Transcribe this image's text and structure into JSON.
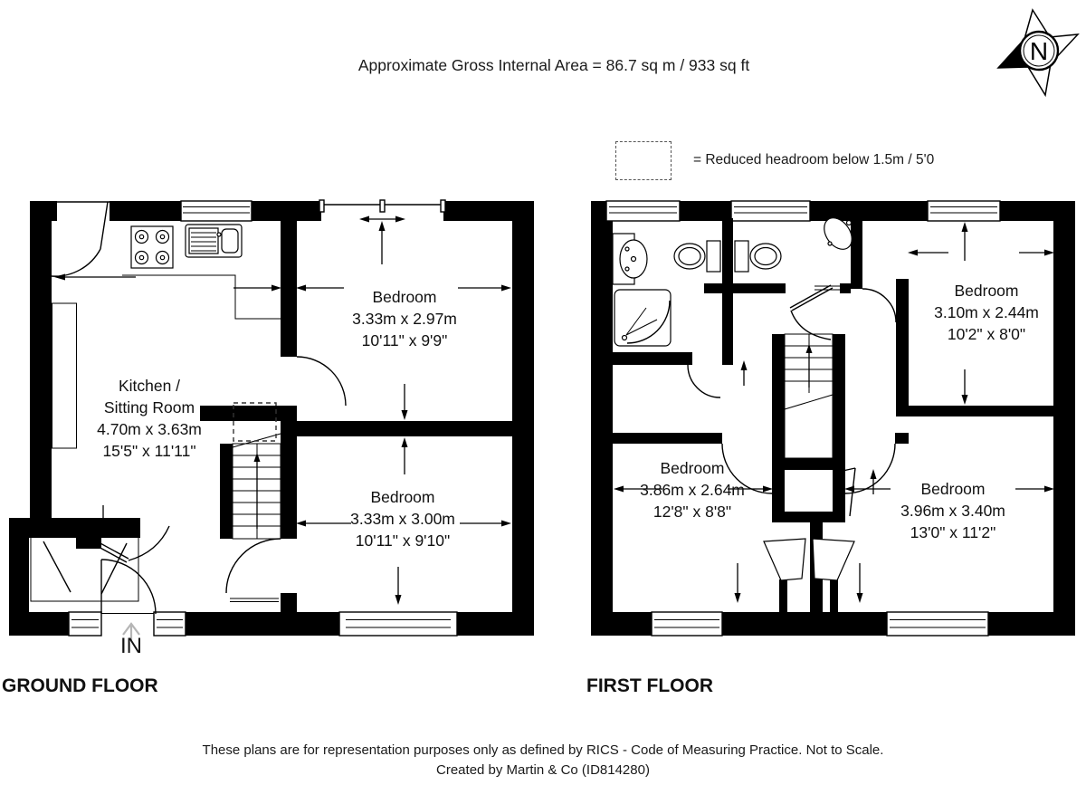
{
  "header": {
    "area_text": "Approximate Gross Internal Area = 86.7 sq m / 933 sq ft"
  },
  "compass": {
    "label": "N"
  },
  "legend": {
    "text": "= Reduced headroom below 1.5m / 5'0"
  },
  "ground_floor": {
    "title": "GROUND FLOOR",
    "entrance_label": "IN",
    "rooms": [
      {
        "name": "Kitchen /",
        "name2": "Sitting Room",
        "metric": "4.70m x 3.63m",
        "imperial": "15'5\" x 11'11\""
      },
      {
        "name": "Bedroom",
        "metric": "3.33m x 2.97m",
        "imperial": "10'11\" x 9'9\""
      },
      {
        "name": "Bedroom",
        "metric": "3.33m x 3.00m",
        "imperial": "10'11\" x 9'10\""
      }
    ]
  },
  "first_floor": {
    "title": "FIRST FLOOR",
    "rooms": [
      {
        "name": "Bedroom",
        "metric": "3.10m x 2.44m",
        "imperial": "10'2\" x 8'0\""
      },
      {
        "name": "Bedroom",
        "metric": "3.86m x 2.64m",
        "imperial": "12'8\" x 8'8\""
      },
      {
        "name": "Bedroom",
        "metric": "3.96m x 3.40m",
        "imperial": "13'0\" x 11'2\""
      }
    ]
  },
  "footer": {
    "line1": "These plans are for representation purposes only as defined by RICS - Code of Measuring Practice. Not to Scale.",
    "line2": "Created by Martin & Co (ID814280)"
  },
  "colors": {
    "wall": "#000000",
    "background": "#ffffff",
    "entrance_arrow": "#b5b5b5"
  }
}
